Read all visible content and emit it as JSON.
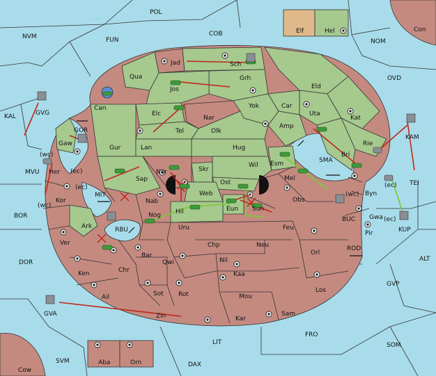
{
  "legend": {
    "powers": [
      {
        "name": "Elf",
        "color": "#e0b98a"
      },
      {
        "name": "Hel",
        "color": "#a6c98e"
      }
    ]
  },
  "colors": {
    "sea": "#a9dcea",
    "elf": "#e0b98a",
    "hel": "#a6c98e",
    "neutral": "#c48a80",
    "order": "#c0261a",
    "support": "#7fc93a"
  },
  "labels": {
    "sea": [
      "POL",
      "NVM",
      "FUN",
      "COB",
      "NOM",
      "Con",
      "OVD",
      "KAL",
      "GVG",
      "GOR",
      "MVU",
      "BOR",
      "MIT",
      "RBU",
      "DOR",
      "GVA",
      "SVM",
      "Cow",
      "DAX",
      "LIT",
      "FRO",
      "SOM",
      "GVP",
      "ALT",
      "ROD",
      "BUC",
      "KUP",
      "TEI",
      "KAM",
      "SMA",
      "Skr"
    ],
    "land": [
      "Jad",
      "Sch",
      "Qua",
      "Grh",
      "Jos",
      "Can",
      "Eld",
      "Yok",
      "Car",
      "Elc",
      "Nar",
      "Uta",
      "Amp",
      "Tel",
      "Olk",
      "Kat",
      "Gur",
      "Lan",
      "Hug",
      "Rie",
      "Gaw",
      "Bri",
      "Esm",
      "Wil",
      "Her",
      "Sap",
      "Nor",
      "Ost",
      "Mel",
      "Byn",
      "Web",
      "Kor",
      "Nab",
      "Obs",
      "Gwa",
      "Ark",
      "Nog",
      "Hil",
      "Eun",
      "Sun",
      "Pir",
      "Uru",
      "Feu",
      "Ver",
      "Chp",
      "Neu",
      "Bar",
      "Qwi",
      "Nil",
      "Orl",
      "Ken",
      "Chr",
      "Kaa",
      "Ail",
      "Sot",
      "Rot",
      "Mou",
      "Los",
      "Zin",
      "Kar",
      "Sam",
      "Aba",
      "Orn"
    ],
    "coast": [
      "(wc)",
      "(ec)",
      "(ec)",
      "(wc)",
      "(wc)",
      "(ec)",
      "(ec)"
    ]
  }
}
